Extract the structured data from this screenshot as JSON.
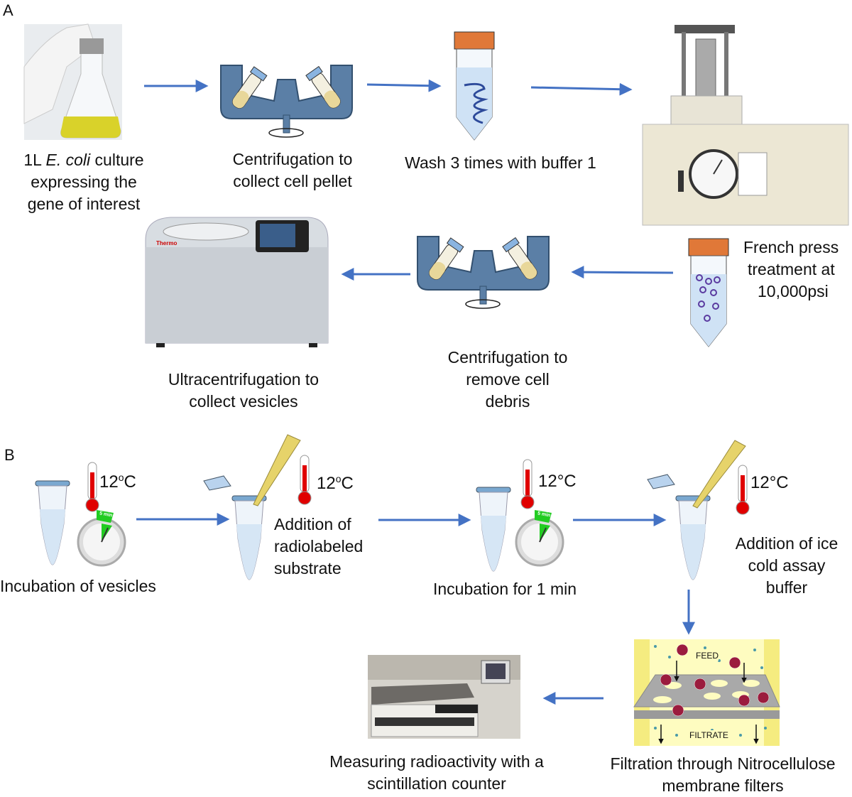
{
  "panels": {
    "a": "A",
    "b": "B"
  },
  "colors": {
    "arrow": "#4472c4",
    "centrifuge": "#5b7fa6",
    "thermometer": "#e00000",
    "timer_wedge": "#22cc22",
    "filter_bg": "#fefcc0"
  },
  "panel_a": {
    "culture": {
      "line1_pre": "1L ",
      "line1_italic": "E. coli",
      "line1_post": " culture",
      "line2": "expressing the",
      "line3": "gene of interest"
    },
    "centrifugation1": {
      "line1": "Centrifugation to",
      "line2": "collect cell pellet"
    },
    "wash": {
      "line1": "Wash 3 times with buffer 1"
    },
    "french_press": {
      "line1": "French press",
      "line2": "treatment at",
      "line3": "10,000psi"
    },
    "centrifugation2": {
      "line1": "Centrifugation to",
      "line2": "remove cell",
      "line3": "debris"
    },
    "ultracentrifugation": {
      "line1": "Ultracentrifugation to",
      "line2": "collect vesicles",
      "brand": "Thermo"
    }
  },
  "panel_b": {
    "step1": {
      "temp_num": "12",
      "temp_sup": "o",
      "temp_unit": "C",
      "timer": "5 min",
      "label": "Incubation of vesicles"
    },
    "step2": {
      "temp_num": "12",
      "temp_sup": "o",
      "temp_unit": "C",
      "line1": "Addition of",
      "line2": "radiolabeled",
      "line3": "substrate"
    },
    "step3": {
      "temp": "12°C",
      "timer": "5 min",
      "label": "Incubation for 1 min"
    },
    "step4": {
      "temp": "12°C",
      "line1": "Addition of ice",
      "line2": "cold assay",
      "line3": "buffer"
    },
    "filtration": {
      "feed": "FEED",
      "filtrate": "FILTRATE",
      "line1": "Filtration through Nitrocellulose",
      "line2": "membrane filters"
    },
    "counter": {
      "line1": "Measuring radioactivity with a",
      "line2": "scintillation counter"
    }
  }
}
